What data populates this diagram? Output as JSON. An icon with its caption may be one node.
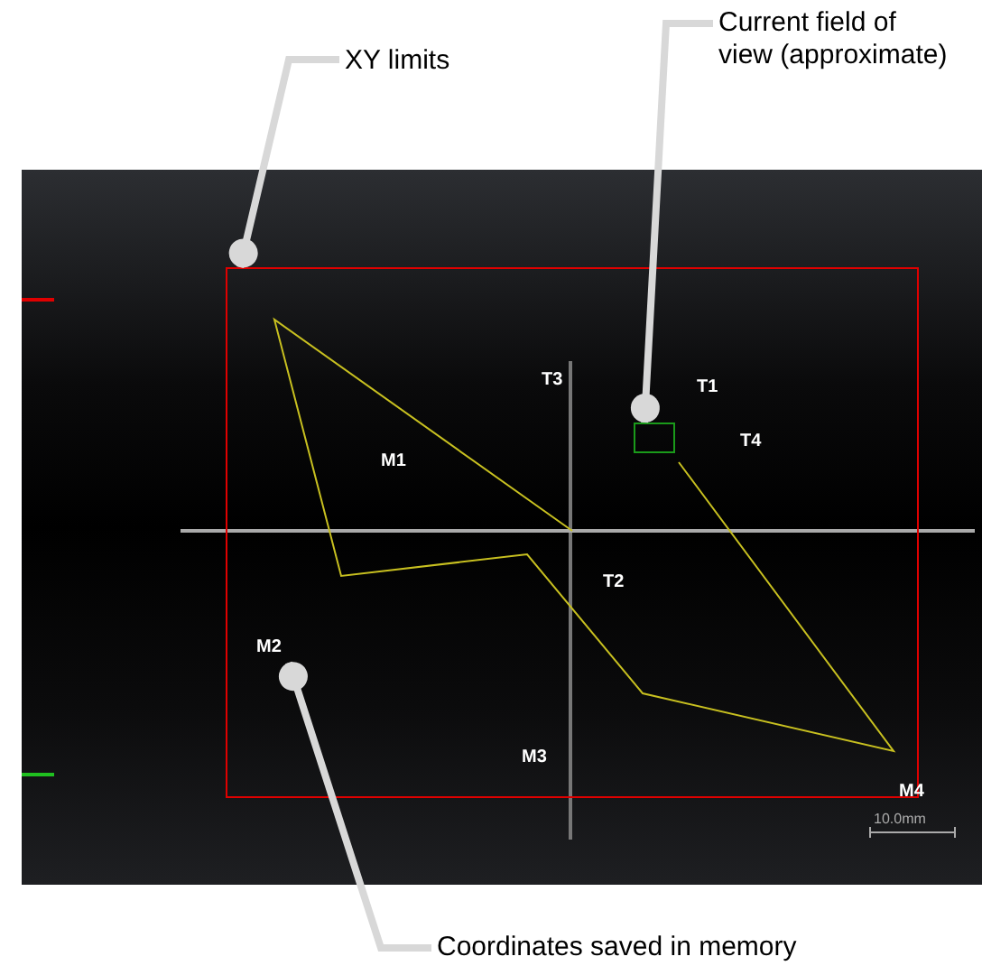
{
  "diagram": {
    "nodes": [
      {
        "text": [
          "XY limits"
        ]
      },
      {
        "text": [
          "Current field of view (approximate)"
        ]
      },
      {
        "text": [
          "Coordinates saved in memory"
        ]
      },
      {
        "text": [],
        "shape": "box"
      },
      {
        "text": [],
        "shape": "box",
        "in": 3
      },
      {
        "text": [
          "M2"
        ],
        "in": 3
      }
    ],
    "edges": [
      {
        "from": 0,
        "to": 3,
        "arrow": "other"
      },
      {
        "from": 1,
        "to": 4,
        "arrow": "other"
      },
      {
        "from": 2,
        "to": 5,
        "arrow": "other"
      }
    ],
    "labels": [
      "T3",
      "T1",
      "T4",
      "M1",
      "T2",
      "M3",
      "M4",
      "10.0mm"
    ]
  }
}
